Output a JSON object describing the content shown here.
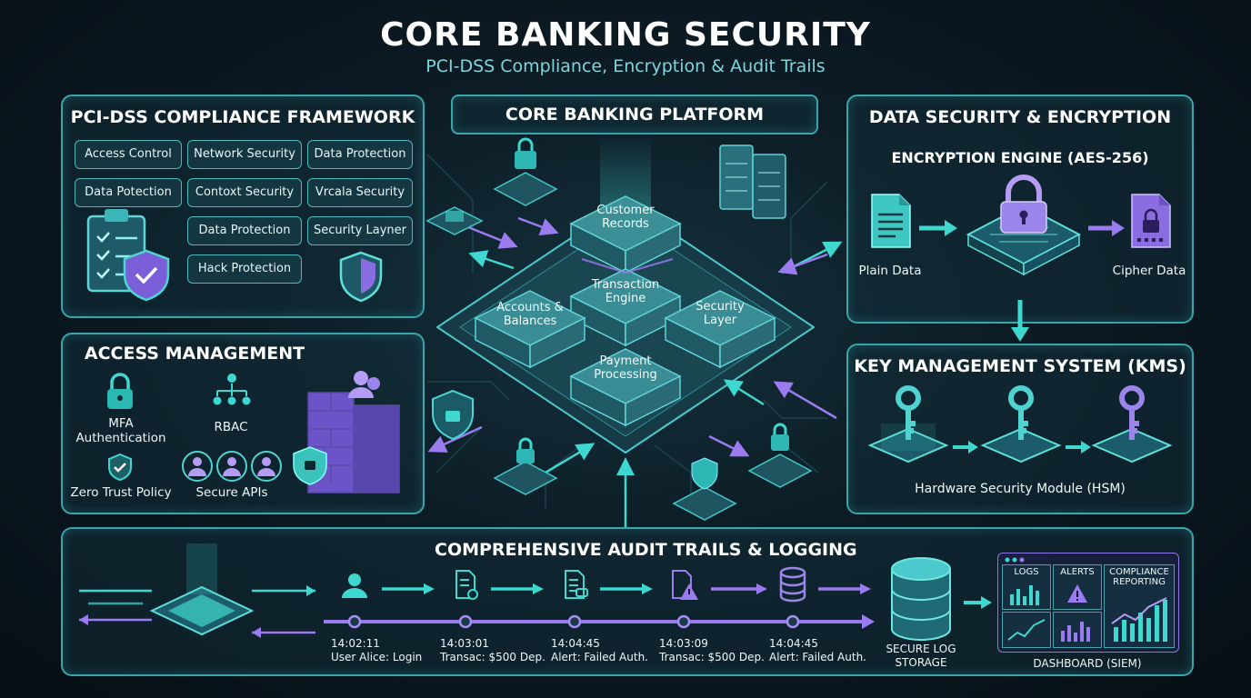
{
  "header": {
    "title": "CORE BANKING SECURITY",
    "subtitle": "PCI-DSS Compliance, Encryption & Audit Trails"
  },
  "pci": {
    "title": "PCI-DSS COMPLIANCE FRAMEWORK",
    "tags": [
      "Access Control",
      "Network Security",
      "Data Protection",
      "Data Potection",
      "Contoxt Security",
      "Vrcala Security",
      "Data Protection",
      "Security Layner",
      "Hack Protection"
    ],
    "icons": [
      "clipboard-checklist-icon",
      "shield-check-icon",
      "shield-icon"
    ]
  },
  "access": {
    "title": "ACCESS MANAGEMENT",
    "mfa": "MFA Authentication",
    "rbac": "RBAC",
    "zero_trust": "Zero Trust Policy",
    "secure_apis": "Secure APIs"
  },
  "platform": {
    "title": "CORE BANKING PLATFORM",
    "blocks": {
      "customer": "Customer Records",
      "transaction": "Transaction Engine",
      "accounts": "Accounts & Balances",
      "security": "Security Layer",
      "payment": "Payment Processing"
    }
  },
  "encryption": {
    "title": "DATA SECURITY & ENCRYPTION",
    "engine": "ENCRYPTION ENGINE (AES-256)",
    "plain": "Plain Data",
    "cipher": "Cipher Data"
  },
  "kms": {
    "title": "KEY MANAGEMENT SYSTEM (KMS)",
    "hsm": "Hardware Security Module (HSM)"
  },
  "audit": {
    "title": "COMPREHENSIVE AUDIT TRAILS & LOGGING",
    "events": [
      {
        "time": "14:02:11",
        "text": "User Alice: Login"
      },
      {
        "time": "14:03:01",
        "text": "Transac: $500 Dep."
      },
      {
        "time": "14:04:45",
        "text": "Alert: Failed Auth."
      },
      {
        "time": "14:03:09",
        "text": "Transac: $500 Dep."
      },
      {
        "time": "14:04:45",
        "text": "Alert: Failed Auth."
      }
    ],
    "storage": "SECURE LOG STORAGE",
    "dashboard": {
      "logs": "LOGS",
      "alerts": "ALERTS",
      "compliance": "COMPLIANCE REPORTING",
      "caption": "DASHBOARD (SIEM)"
    }
  },
  "colors": {
    "teal": "#3fd8d0",
    "purple": "#9b7bf0",
    "panel_border": "#3aa5ab",
    "background": "#0c1b24"
  }
}
